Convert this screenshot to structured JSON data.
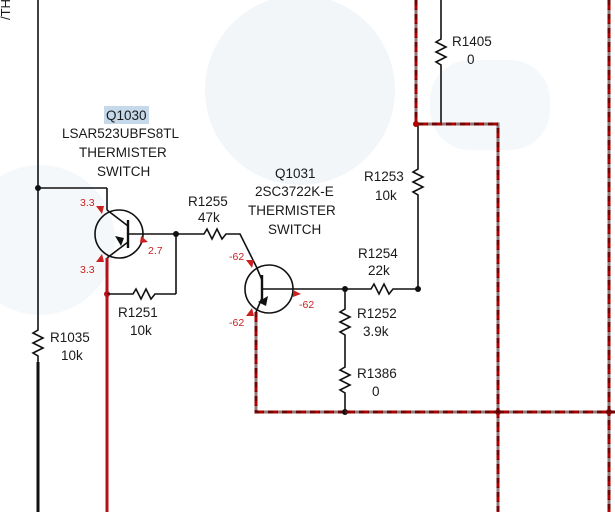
{
  "net_label": "/TH",
  "q1030": {
    "ref": "Q1030",
    "part": "LSAR523UBFS8TL",
    "func_line1": "THERMISTER",
    "func_line2": "SWITCH",
    "v_collector": "3.3",
    "v_emitter": "3.3",
    "v_base": "2.7"
  },
  "q1031": {
    "ref": "Q1031",
    "part": "2SC3722K-E",
    "func_line1": "THERMISTER",
    "func_line2": "SWITCH",
    "v_base_in": "-62",
    "v_emitter": "-62",
    "v_base": "-62"
  },
  "resistors": {
    "r1405": {
      "ref": "R1405",
      "value": "0"
    },
    "r1253": {
      "ref": "R1253",
      "value": "10k"
    },
    "r1255": {
      "ref": "R1255",
      "value": "47k"
    },
    "r1254": {
      "ref": "R1254",
      "value": "22k"
    },
    "r1251": {
      "ref": "R1251",
      "value": "10k"
    },
    "r1252": {
      "ref": "R1252",
      "value": "3.9k"
    },
    "r1386": {
      "ref": "R1386",
      "value": "0"
    },
    "r1035": {
      "ref": "R1035",
      "value": "10k"
    }
  },
  "colors": {
    "wire": "#111111",
    "voltage_text": "#cc1f1f",
    "highlight_trace": "#b00000",
    "selection_highlight": "#c5d9ea"
  }
}
